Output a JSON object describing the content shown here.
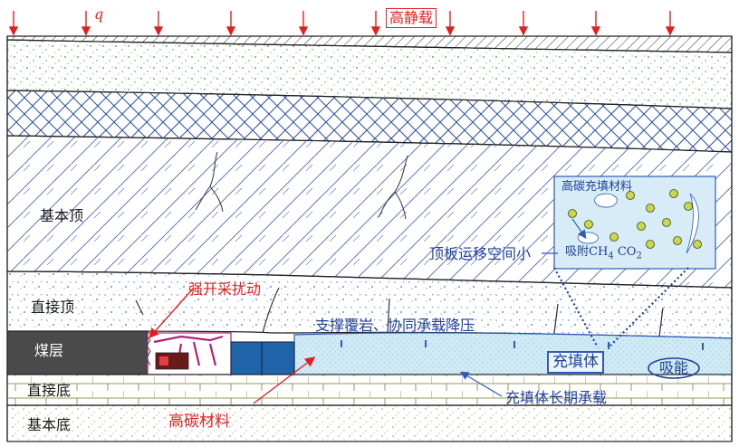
{
  "labels": {
    "q": "q",
    "high_static_load": "高静载",
    "main_roof": "基本顶",
    "immediate_roof": "直接顶",
    "coal_seam": "煤层",
    "immediate_floor": "直接底",
    "main_floor": "基本底",
    "strong_mining_disturbance": "强开采扰动",
    "roof_movement_space_small": "顶板运移空间小",
    "support_overburden": "支撑覆岩、协同承载降压",
    "filling_body": "充填体",
    "energy_absorption": "吸能",
    "filling_body_long_term": "充填体长期承载",
    "high_carbon_material": "高碳材料",
    "inset_title": "高碳充填材料",
    "adsorb": "吸附",
    "ch4": "CH",
    "ch4_sub": "4",
    "co2": "CO",
    "co2_sub": "2"
  },
  "colors": {
    "red": "#e02020",
    "blue": "#2d5bb8",
    "fill_cyan": "#cfeaf5",
    "coal": "#4a4a4a"
  }
}
